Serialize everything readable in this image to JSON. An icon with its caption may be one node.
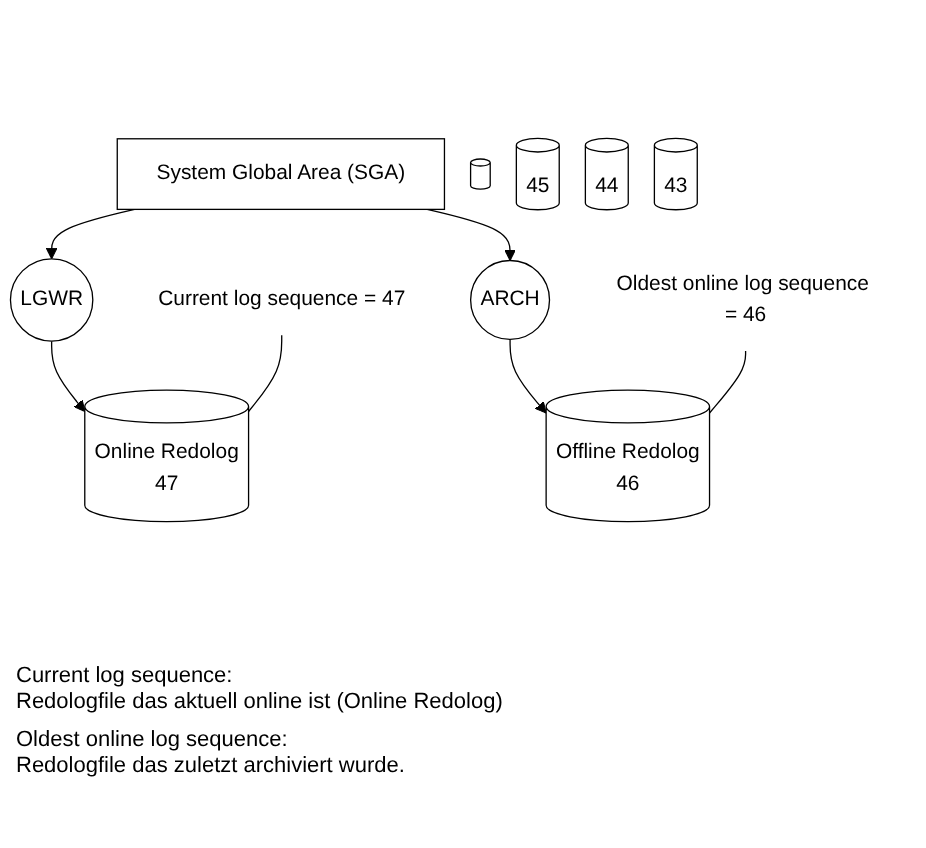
{
  "diagram": {
    "nodes": [
      {
        "text": [
          "System Global Area (SGA)"
        ]
      },
      {
        "text": [
          "LGWR"
        ]
      },
      {
        "text": [
          "ARCH"
        ]
      },
      {
        "text": [
          "Online Redolog",
          "47"
        ]
      },
      {
        "text": [],
        "shape": "cylinder"
      },
      {
        "text": [
          "Offline Redolog",
          "46"
        ]
      },
      {
        "text": [
          "45"
        ]
      },
      {
        "text": [
          "44"
        ]
      },
      {
        "text": [
          "43"
        ]
      },
      {
        "text": [
          "Current log sequence = 47"
        ]
      },
      {
        "text": [
          "Oldest online log sequence = 46"
        ]
      }
    ],
    "edges": [
      {
        "from": 0,
        "to": 1,
        "arrow": "to"
      },
      {
        "from": 0,
        "to": 2,
        "arrow": "to"
      },
      {
        "from": 1,
        "to": 3,
        "arrow": "to"
      },
      {
        "from": 2,
        "to": 5,
        "arrow": "to"
      },
      {
        "from": 9,
        "to": 3,
        "arrow": "none"
      },
      {
        "from": 10,
        "to": 5,
        "arrow": "none"
      }
    ],
    "labels": [
      "Current log sequence:",
      "Redologfile das aktuell online ist (Online Redolog)",
      "Oldest online log sequence:",
      "Redologfile das zuletzt archiviert wurde."
    ]
  }
}
